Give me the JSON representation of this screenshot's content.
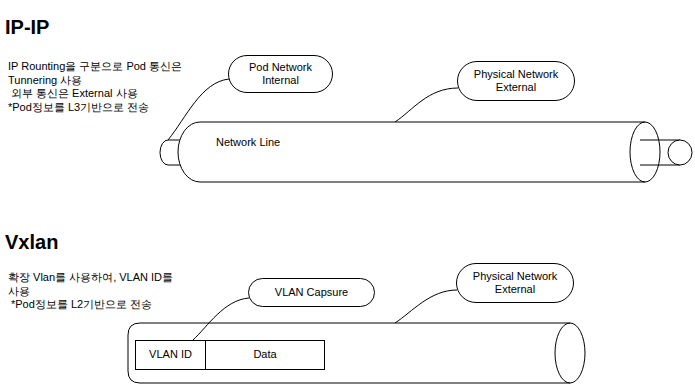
{
  "diagram": {
    "nodes": [
      {
        "text": [
          "Pod Network Internal"
        ]
      },
      {
        "text": [
          "Physical Network External"
        ]
      },
      {
        "text": [
          "Network Line"
        ]
      },
      {
        "text": [
          "VLAN Capsure"
        ]
      },
      {
        "text": [
          "Physical Network External"
        ]
      },
      {
        "text": [
          "VLAN ID"
        ]
      },
      {
        "text": [
          "Data"
        ]
      }
    ],
    "edges": [
      {
        "from": 0,
        "to": 2,
        "arrow": "none"
      },
      {
        "from": 1,
        "to": 2,
        "arrow": "none"
      },
      {
        "from": 3,
        "to": 5,
        "arrow": "none"
      }
    ],
    "labels": [
      "IP-IP",
      "IP Rounting을 구분으로 Pod 통신은 Tunnering 사용",
      "외부 통신은 External 사용",
      "*Pod정보를 L3기반으로 전송",
      "Vxlan",
      "확장 Vlan를 사용하여, VLAN ID를 사용",
      "*Pod정보를 L2기반으로 전송"
    ]
  }
}
